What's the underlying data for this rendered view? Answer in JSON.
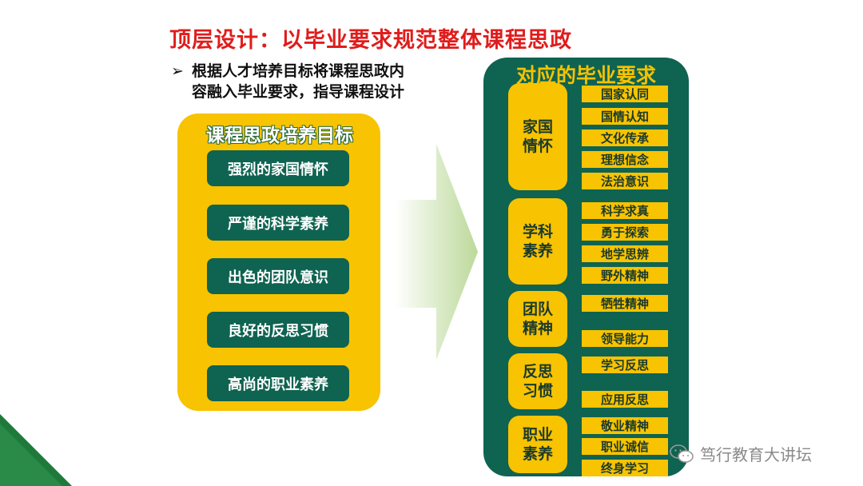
{
  "title": "顶层设计：以毕业要求规范整体课程思政",
  "bullet": {
    "mark": "➢",
    "line1": "根据人才培养目标将课程思政内",
    "line2": "容融入毕业要求，指导课程设计"
  },
  "left_panel": {
    "heading": "课程思政培养目标",
    "goals": [
      "强烈的家国情怀",
      "严谨的科学素养",
      "出色的团队意识",
      "良好的反思习惯",
      "高尚的职业素养"
    ]
  },
  "right_panel": {
    "heading": "对应的毕业要求",
    "categories": [
      {
        "line1": "家国",
        "line2": "情怀",
        "items": [
          "国家认同",
          "国情认知",
          "文化传承",
          "理想信念",
          "法治意识"
        ]
      },
      {
        "line1": "学科",
        "line2": "素养",
        "items": [
          "科学求真",
          "勇于探索",
          "地学思辨",
          "野外精神"
        ]
      },
      {
        "line1": "团队",
        "line2": "精神",
        "items": [
          "牺牲精神",
          "领导能力"
        ]
      },
      {
        "line1": "反思",
        "line2": "习惯",
        "items": [
          "学习反思",
          "应用反思"
        ]
      },
      {
        "line1": "职业",
        "line2": "素养",
        "items": [
          "敬业精神",
          "职业诚信",
          "终身学习"
        ]
      }
    ]
  },
  "watermark": {
    "text": "笃行教育大讲坛",
    "icon": "wechat-icon"
  },
  "colors": {
    "title_red": "#e01c1c",
    "yellow": "#f8c300",
    "dark_green": "#0f6351",
    "arrow_green": "#c9dfa8",
    "corner_green": "#1e7a3a"
  }
}
